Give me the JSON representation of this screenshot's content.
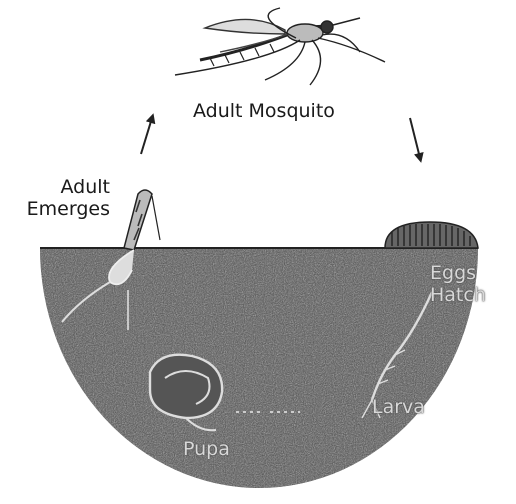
{
  "diagram": {
    "stages": {
      "adult_mosquito": "Adult Mosquito",
      "eggs_hatch": [
        "Eggs",
        "Hatch"
      ],
      "larva": "Larva",
      "pupa": "Pupa",
      "adult_emerges": [
        "Adult",
        "Emerges"
      ]
    },
    "colors": {
      "water": "#3a3a3a",
      "ink": "#1a1a1a",
      "background": "#ffffff"
    },
    "icons": {
      "adult": "mosquito-illustration",
      "eggs": "egg-raft-illustration",
      "larva": "larva-illustration",
      "pupa": "pupa-illustration",
      "emerging": "emerging-adult-illustration"
    }
  }
}
